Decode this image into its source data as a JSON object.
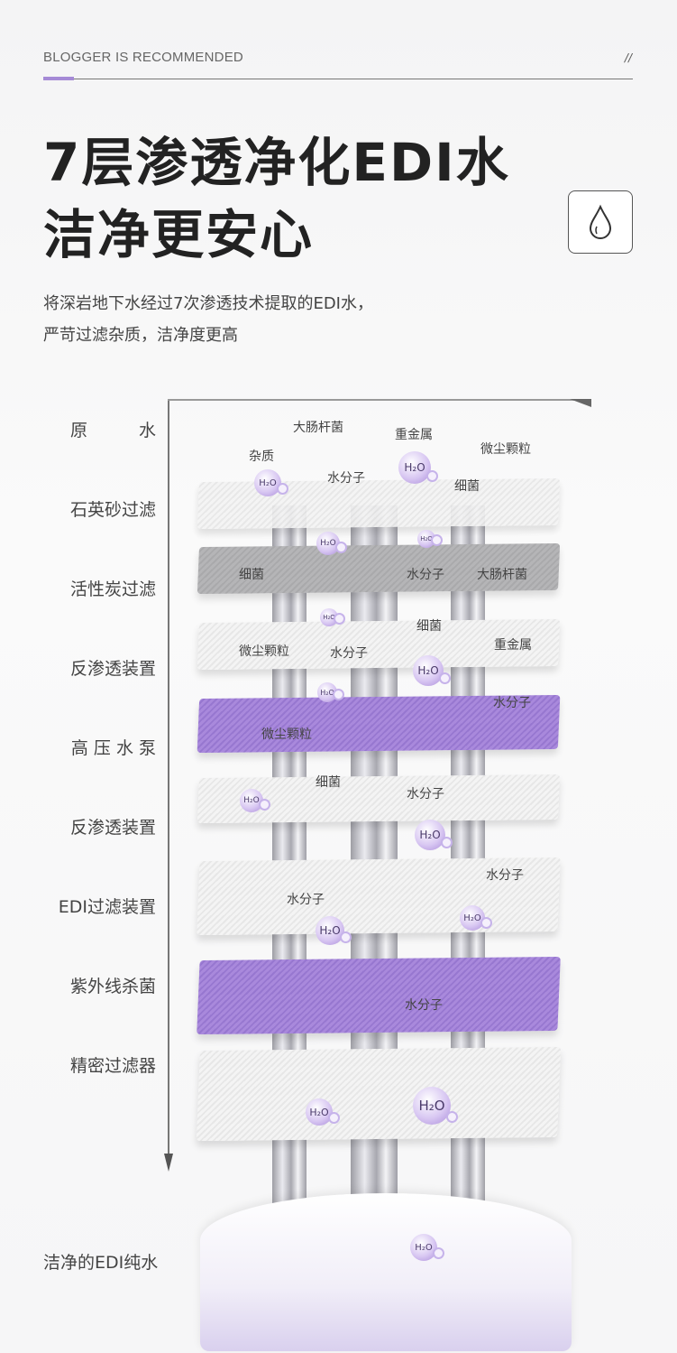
{
  "header": {
    "label": "BLOGGER IS RECOMMENDED",
    "mark": "//",
    "accent_color": "#a58ad6"
  },
  "title": {
    "line1": "7层渗透净化EDI水",
    "line2": "洁净更安心",
    "icon": "water-drop-icon"
  },
  "subtitle": {
    "line1": "将深岩地下水经过7次渗透技术提取的EDI水，",
    "line2": "严苛过滤杂质，洁净度更高"
  },
  "stages": [
    "原　　　水",
    "石英砂过滤",
    "活性炭过滤",
    "反渗透装置",
    "高 压 水 泵",
    "反渗透装置",
    "EDI过滤装置",
    "紫外线杀菌",
    "精密过滤器",
    "洁净的EDI纯水"
  ],
  "molecule": "H₂O",
  "diagram_labels": [
    "大肠杆菌",
    "重金属",
    "杂质",
    "微尘颗粒",
    "水分子",
    "细菌",
    "细菌",
    "水分子",
    "大肠杆菌",
    "细菌",
    "微尘颗粒",
    "水分子",
    "重金属",
    "水分子",
    "微尘颗粒",
    "细菌",
    "水分子",
    "水分子",
    "水分子",
    "水分子"
  ],
  "colors": {
    "purple_layer": "#a989dc",
    "gray_layer": "#b0b0b2",
    "white_layer": "#eeeeee"
  }
}
